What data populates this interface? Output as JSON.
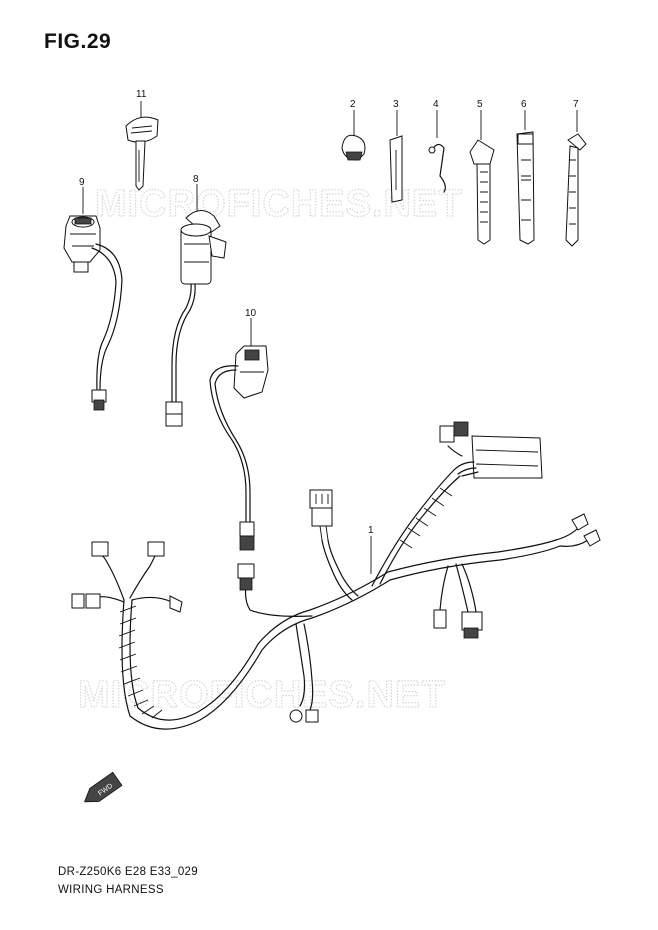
{
  "figure": {
    "title": "FIG.29",
    "model_code": "DR-Z250K6 E28 E33_029",
    "caption": "WIRING HARNESS"
  },
  "watermark": {
    "text": "MICROFICHES.NET"
  },
  "callouts": [
    {
      "id": "1",
      "label": "1"
    },
    {
      "id": "2",
      "label": "2"
    },
    {
      "id": "3",
      "label": "3"
    },
    {
      "id": "4",
      "label": "4"
    },
    {
      "id": "5",
      "label": "5"
    },
    {
      "id": "6",
      "label": "6"
    },
    {
      "id": "7",
      "label": "7"
    },
    {
      "id": "8",
      "label": "8"
    },
    {
      "id": "9",
      "label": "9"
    },
    {
      "id": "10",
      "label": "10"
    },
    {
      "id": "11",
      "label": "11"
    }
  ],
  "direction_badge": {
    "label": "FWD"
  }
}
